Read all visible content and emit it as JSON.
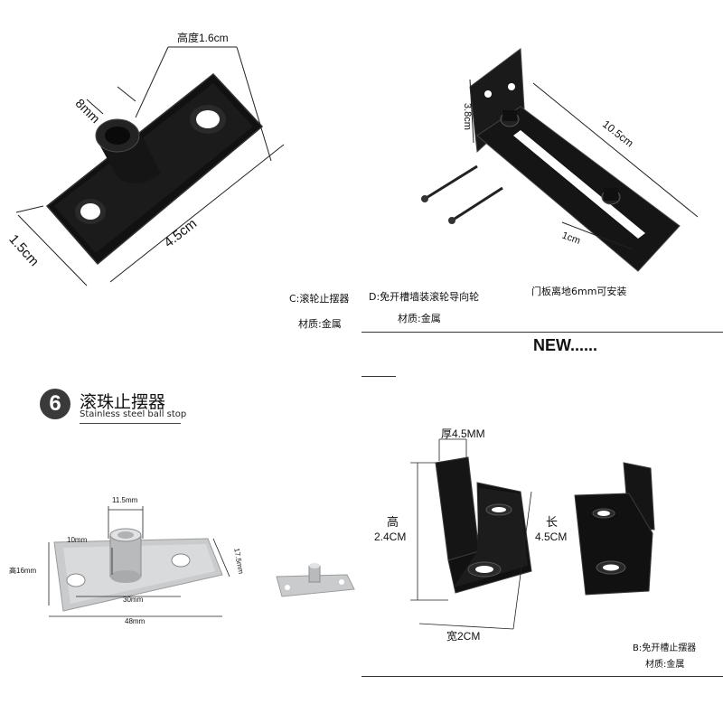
{
  "panel_c": {
    "height_label": "高度1.6cm",
    "pin_label": "8mm",
    "length_label": "4.5cm",
    "width_label": "1.5cm",
    "caption": "C:滚轮止摆器",
    "material": "材质:金属"
  },
  "panel_d": {
    "height_label": "3.8cm",
    "length_label": "10.5cm",
    "slot_label": "1cm",
    "caption": "D:免开槽墙装滚轮导向轮",
    "install_note": "门板离地6mm可安装",
    "material": "材质:金属"
  },
  "new_label": "NEW......",
  "panel_6": {
    "number": "6",
    "title": "滚珠止摆器",
    "subtitle": "Stainless steel ball stop",
    "dim_top": "11.5mm",
    "dim_pin": "10mm",
    "dim_height": "高16mm",
    "dim_side": "17.5mm",
    "dim_hole": "30mm",
    "dim_length": "48mm"
  },
  "panel_b": {
    "thickness": "厚4.5MM",
    "height_char": "高",
    "height_value": "2.4CM",
    "length_char": "长",
    "length_value": "4.5CM",
    "width": "宽2CM",
    "caption": "B:免开槽止摆器",
    "material": "材质:金属"
  },
  "colors": {
    "black_metal": "#151515",
    "steel": "#c9cbcd",
    "badge": "#3a3a3a"
  }
}
